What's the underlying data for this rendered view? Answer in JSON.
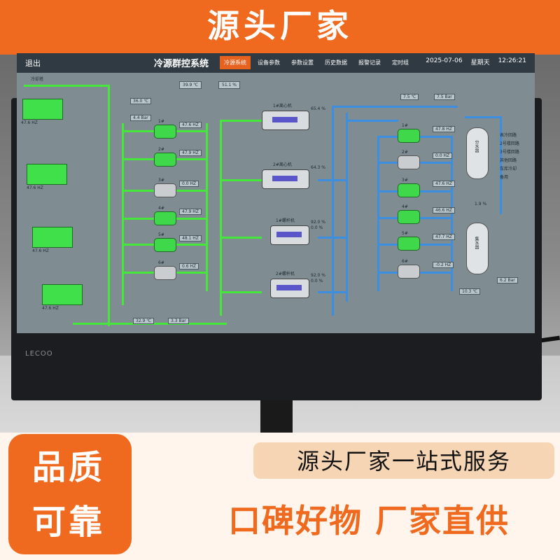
{
  "banner": {
    "title": "源头厂家"
  },
  "monitor": {
    "brand": "LECOO"
  },
  "hmi": {
    "exit_label": "退出",
    "system_title": "冷源群控系统",
    "tabs": [
      {
        "label": "冷源系统",
        "active": true
      },
      {
        "label": "设备参数",
        "active": false
      },
      {
        "label": "参数设置",
        "active": false
      },
      {
        "label": "历史数据",
        "active": false
      },
      {
        "label": "报警记录",
        "active": false
      },
      {
        "label": "定时组",
        "active": false
      }
    ],
    "date": "2025-07-06",
    "weekday": "星期天",
    "time": "12:26:21",
    "cooling_tower_label": "冷却塔",
    "top_stats": {
      "value1": "39.9 ℃",
      "value2": "51.1 %"
    },
    "left_readouts": {
      "value_a": "36.0 ℃",
      "value_b": "4.4 Bar"
    },
    "tower_hz": [
      "47.6 HZ",
      "47.6 HZ",
      "47.6 HZ",
      "47.6 HZ"
    ],
    "cooling_pumps": [
      {
        "name": "1#",
        "hz": "47.6 HZ",
        "on": true
      },
      {
        "name": "2#",
        "hz": "47.9 HZ",
        "on": true
      },
      {
        "name": "3#",
        "hz": "0.0 HZ",
        "on": false
      },
      {
        "name": "4#",
        "hz": "47.9 HZ",
        "on": true
      },
      {
        "name": "5#",
        "hz": "48.1 HZ",
        "on": true
      },
      {
        "name": "6#",
        "hz": "0.6 HZ",
        "on": false
      }
    ],
    "chillers": [
      {
        "name": "1#离心机",
        "load": "65.4 %",
        "type": "centrifugal"
      },
      {
        "name": "2#离心机",
        "load": "64.3 %",
        "type": "centrifugal"
      },
      {
        "name": "1#螺杆机",
        "load": "92.0 %",
        "load2": "0.0 %",
        "type": "screw"
      },
      {
        "name": "2#螺杆机",
        "load": "92.0 %",
        "load2": "0.0 %",
        "type": "screw"
      }
    ],
    "chilled_top": {
      "temp": "7.5 ℃",
      "pressure": "7.5 Bar"
    },
    "chilled_pumps": [
      {
        "name": "1#",
        "hz": "47.8 HZ",
        "on": true
      },
      {
        "name": "2#",
        "hz": "0.0 HZ",
        "on": false
      },
      {
        "name": "3#",
        "hz": "47.6 HZ",
        "on": true
      },
      {
        "name": "4#",
        "hz": "46.6 HZ",
        "on": true
      },
      {
        "name": "5#",
        "hz": "47.7 HZ",
        "on": true
      },
      {
        "name": "6#",
        "hz": "-0.2 HZ",
        "on": false
      }
    ],
    "tank_top_label": "分水器",
    "tank_bottom_label": "集水器",
    "legend": [
      "表冷回路",
      "2号楼回路",
      "3号楼回路",
      "其他回路",
      "车库冷却",
      "备用"
    ],
    "bypass": "1.9 %",
    "bottom_left": {
      "value_a": "32.9 ℃",
      "value_b": "3.3 Bar"
    },
    "bottom_right": {
      "value_a": "10.3 ℃",
      "value_b": "6.2 Bar"
    }
  },
  "promo": {
    "badge_line1": "品质",
    "badge_line2": "可靠",
    "service": "源头厂家一站式服务",
    "slogan": "口碑好物  厂家直供"
  }
}
